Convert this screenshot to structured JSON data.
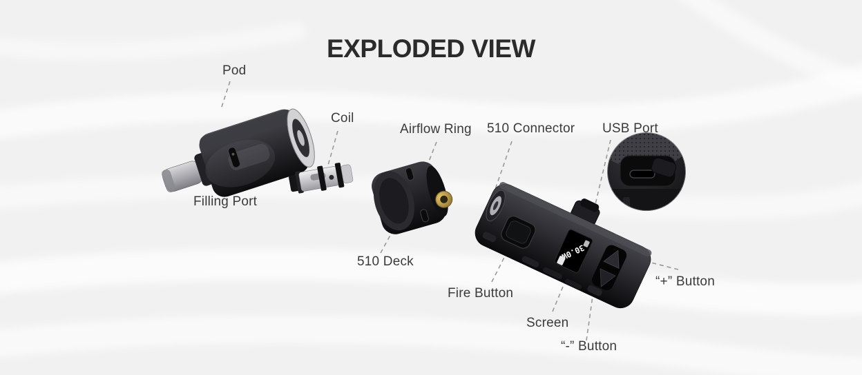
{
  "title": "EXPLODED VIEW",
  "labels": {
    "pod": "Pod",
    "filling_port": "Filling Port",
    "coil": "Coil",
    "airflow_ring": "Airflow Ring",
    "deck_510": "510 Deck",
    "connector_510": "510 Connector",
    "usb_port": "USB Port",
    "fire_button": "Fire Button",
    "screen": "Screen",
    "minus_button": "“-” Button",
    "plus_button": "“+” Button"
  },
  "device": {
    "screen_wattage": "30.0W"
  },
  "colors": {
    "background": "#f1f1f2",
    "title_text": "#2b2b2b",
    "label_text": "#3a3a3a",
    "callout_line": "#999999",
    "device_black": "#121214",
    "brass_connector": "#c9a14e",
    "metal_silver": "#cfcfd2"
  }
}
